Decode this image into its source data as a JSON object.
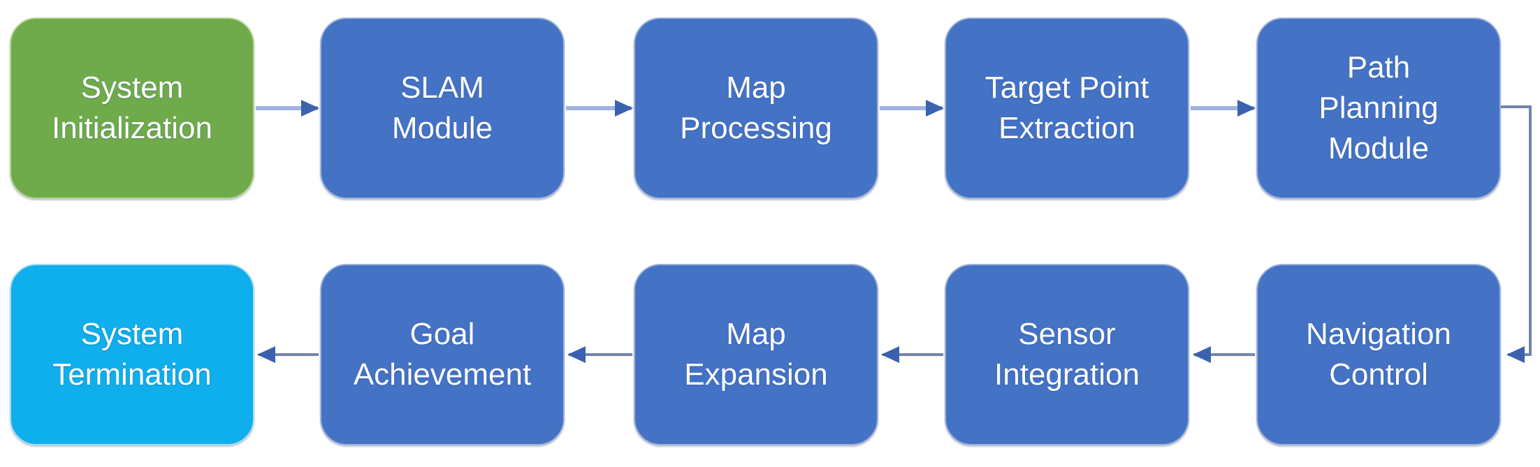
{
  "diagram": {
    "type": "flowchart",
    "flow_direction": "snake: top row left-to-right, wraps down right edge, bottom row right-to-left",
    "nodes": [
      {
        "id": "system-initialization",
        "label": "System\nInitialization",
        "role": "start",
        "color_key": "node-green"
      },
      {
        "id": "slam-module",
        "label": "SLAM\nModule",
        "role": "process",
        "color_key": "node-blue"
      },
      {
        "id": "map-processing",
        "label": "Map\nProcessing",
        "role": "process",
        "color_key": "node-blue"
      },
      {
        "id": "target-point-extraction",
        "label": "Target Point\nExtraction",
        "role": "process",
        "color_key": "node-blue"
      },
      {
        "id": "path-planning-module",
        "label": "Path\nPlanning\nModule",
        "role": "process",
        "color_key": "node-blue"
      },
      {
        "id": "navigation-control",
        "label": "Navigation\nControl",
        "role": "process",
        "color_key": "node-blue"
      },
      {
        "id": "sensor-integration",
        "label": "Sensor\nIntegration",
        "role": "process",
        "color_key": "node-blue"
      },
      {
        "id": "map-expansion",
        "label": "Map\nExpansion",
        "role": "process",
        "color_key": "node-blue"
      },
      {
        "id": "goal-achievement",
        "label": "Goal\nAchievement",
        "role": "process",
        "color_key": "node-blue"
      },
      {
        "id": "system-termination",
        "label": "System\nTermination",
        "role": "end",
        "color_key": "node-cyan"
      }
    ],
    "edges": [
      {
        "from": "system-initialization",
        "to": "slam-module"
      },
      {
        "from": "slam-module",
        "to": "map-processing"
      },
      {
        "from": "map-processing",
        "to": "target-point-extraction"
      },
      {
        "from": "target-point-extraction",
        "to": "path-planning-module"
      },
      {
        "from": "path-planning-module",
        "to": "navigation-control"
      },
      {
        "from": "navigation-control",
        "to": "sensor-integration"
      },
      {
        "from": "sensor-integration",
        "to": "map-expansion"
      },
      {
        "from": "map-expansion",
        "to": "goal-achievement"
      },
      {
        "from": "goal-achievement",
        "to": "system-termination"
      }
    ],
    "colors": {
      "node-green": "#70AB4B",
      "node-green-border": "#B9D49A",
      "node-blue": "#4472C4",
      "node-blue-border": "#9FB3DC",
      "node-cyan": "#0FAEEC",
      "node-cyan-border": "#A6DCF5",
      "arrow-line-light": "#9FB3DF",
      "arrow-line-dark": "#7285AB",
      "arrow-head": "#3A62AE",
      "text": "#FFFFFF",
      "background": "#FFFFFF"
    }
  }
}
